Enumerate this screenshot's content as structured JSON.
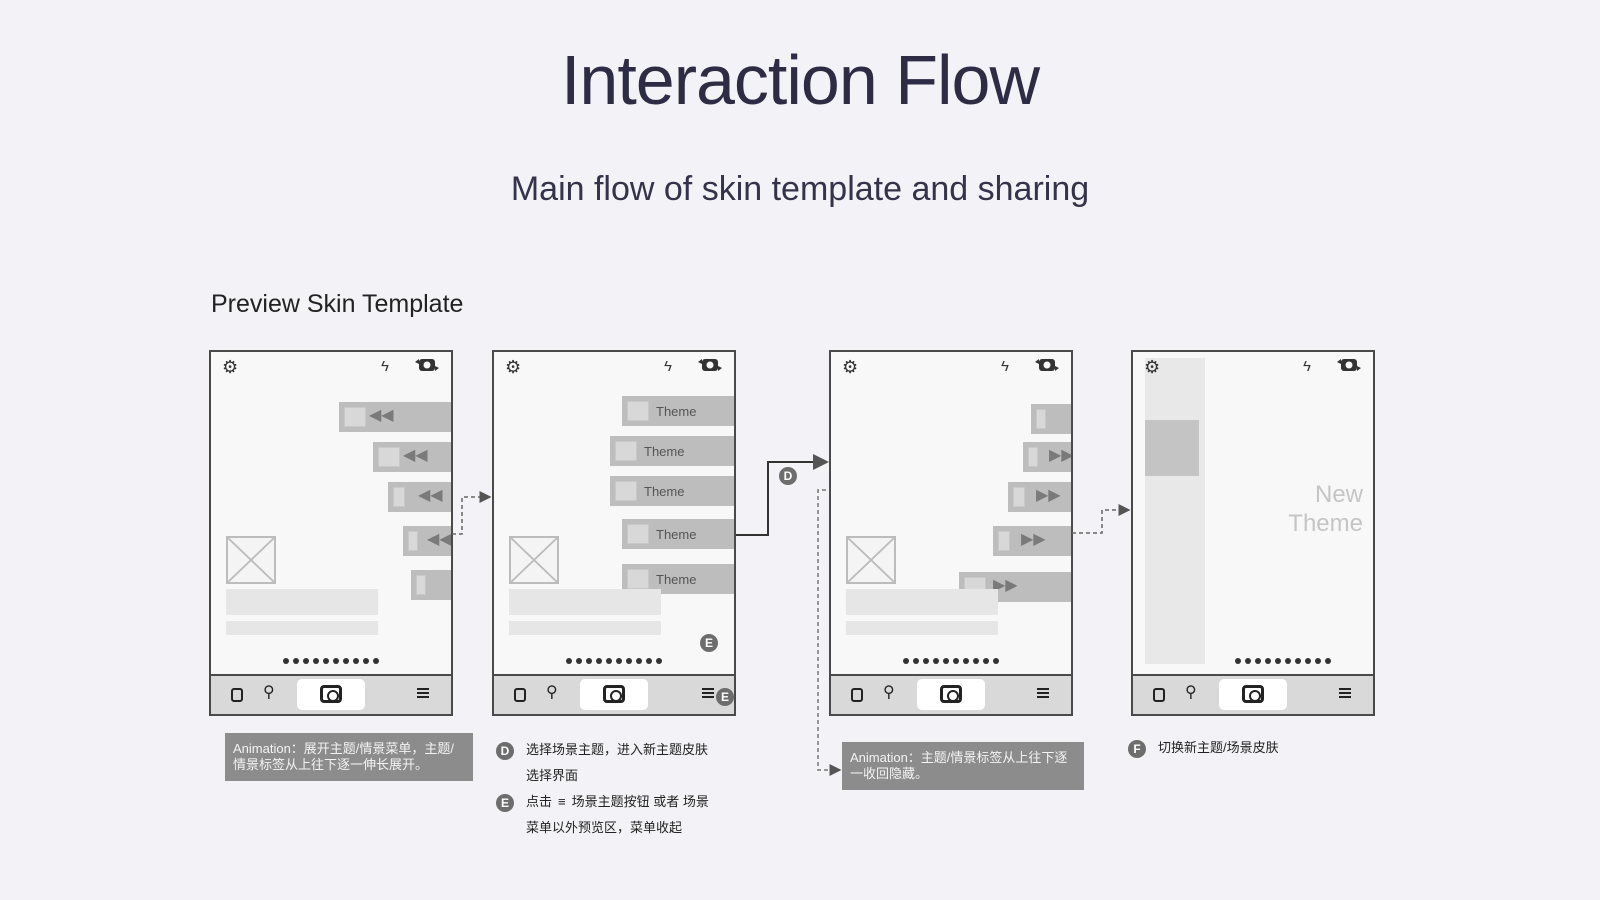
{
  "title": "Interaction Flow",
  "subtitle": "Main flow of skin template and sharing",
  "section_title": "Preview Skin Template",
  "phone2_theme_labels": [
    "Theme",
    "Theme",
    "Theme",
    "Theme",
    "Theme"
  ],
  "phone4_label_line1": "New",
  "phone4_label_line2": "Theme",
  "badge_d": "D",
  "badge_e": "E",
  "badge_f": "F",
  "note1": "Animation：展开主题/情景菜单，主题/情景标签从上往下逐一伸长展开。",
  "note2": "Animation：主题/情景标签从上往下逐一收回隐藏。",
  "desc_d_line1": "选择场景主题，进入新主题皮肤",
  "desc_d_line2": "选择界面",
  "desc_e_prefix": "点击",
  "desc_e_suffix": "场景主题按钮 或者 场景",
  "desc_e_line2": "菜单以外预览区，菜单收起",
  "desc_f": "切换新主题/场景皮肤",
  "icons": [
    "gear-icon",
    "flash-icon",
    "camera-flip-icon",
    "image-placeholder-icon",
    "gallery-icon",
    "location-pin-icon",
    "camera-icon",
    "menu-icon",
    "rewind-arrow-icon",
    "fast-forward-arrow-icon"
  ],
  "colors": {
    "background": "#f3f2f6",
    "tab_gray": "#bdbdbd",
    "note_gray": "#8c8c8c",
    "title": "#2e2c44"
  }
}
